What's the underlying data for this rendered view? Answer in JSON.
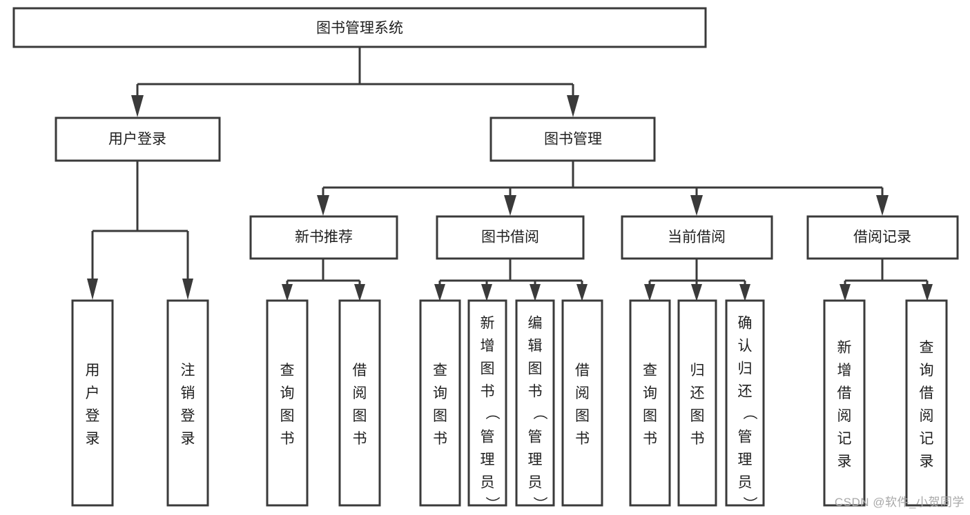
{
  "diagram": {
    "type": "tree-hierarchy",
    "title": "图书管理系统",
    "watermark": "CSDN @软件_小贺同学",
    "colors": {
      "box_stroke": "#3a3a3a",
      "box_fill": "#ffffff",
      "connector": "#3a3a3a",
      "text": "#1f1f1f",
      "watermark": "#a8a8a8",
      "background": "#ffffff"
    },
    "nodes": {
      "root": {
        "label": "图书管理系统",
        "level": 0,
        "orientation": "horizontal"
      },
      "level1": [
        {
          "id": "user-login",
          "label": "用户登录",
          "orientation": "horizontal"
        },
        {
          "id": "book-management",
          "label": "图书管理",
          "orientation": "horizontal"
        }
      ],
      "level2": [
        {
          "id": "new-book-recommend",
          "label": "新书推荐",
          "parent": "book-management",
          "orientation": "horizontal"
        },
        {
          "id": "book-borrow",
          "label": "图书借阅",
          "parent": "book-management",
          "orientation": "horizontal"
        },
        {
          "id": "current-borrow",
          "label": "当前借阅",
          "parent": "book-management",
          "orientation": "horizontal"
        },
        {
          "id": "borrow-record",
          "label": "借阅记录",
          "parent": "book-management",
          "orientation": "horizontal"
        }
      ],
      "leaves": [
        {
          "id": "leaf-user-login",
          "label": "用户登录",
          "parent": "user-login",
          "orientation": "vertical"
        },
        {
          "id": "leaf-logout-login",
          "label": "注销登录",
          "parent": "user-login",
          "orientation": "vertical"
        },
        {
          "id": "leaf-query-book-1",
          "label": "查询图书",
          "parent": "new-book-recommend",
          "orientation": "vertical"
        },
        {
          "id": "leaf-borrow-book-1",
          "label": "借阅图书",
          "parent": "new-book-recommend",
          "orientation": "vertical"
        },
        {
          "id": "leaf-query-book-2",
          "label": "查询图书",
          "parent": "book-borrow",
          "orientation": "vertical"
        },
        {
          "id": "leaf-add-book",
          "label": "新增图书（管理员）",
          "parent": "book-borrow",
          "orientation": "vertical"
        },
        {
          "id": "leaf-edit-book",
          "label": "编辑图书（管理员）",
          "parent": "book-borrow",
          "orientation": "vertical"
        },
        {
          "id": "leaf-borrow-book-2",
          "label": "借阅图书",
          "parent": "book-borrow",
          "orientation": "vertical"
        },
        {
          "id": "leaf-query-book-3",
          "label": "查询图书",
          "parent": "current-borrow",
          "orientation": "vertical"
        },
        {
          "id": "leaf-return-book",
          "label": "归还图书",
          "parent": "current-borrow",
          "orientation": "vertical"
        },
        {
          "id": "leaf-confirm-return",
          "label": "确认归还（管理员）",
          "parent": "current-borrow",
          "orientation": "vertical"
        },
        {
          "id": "leaf-add-record",
          "label": "新增借阅记录",
          "parent": "borrow-record",
          "orientation": "vertical"
        },
        {
          "id": "leaf-query-record",
          "label": "查询借阅记录",
          "parent": "borrow-record",
          "orientation": "vertical"
        }
      ]
    }
  }
}
